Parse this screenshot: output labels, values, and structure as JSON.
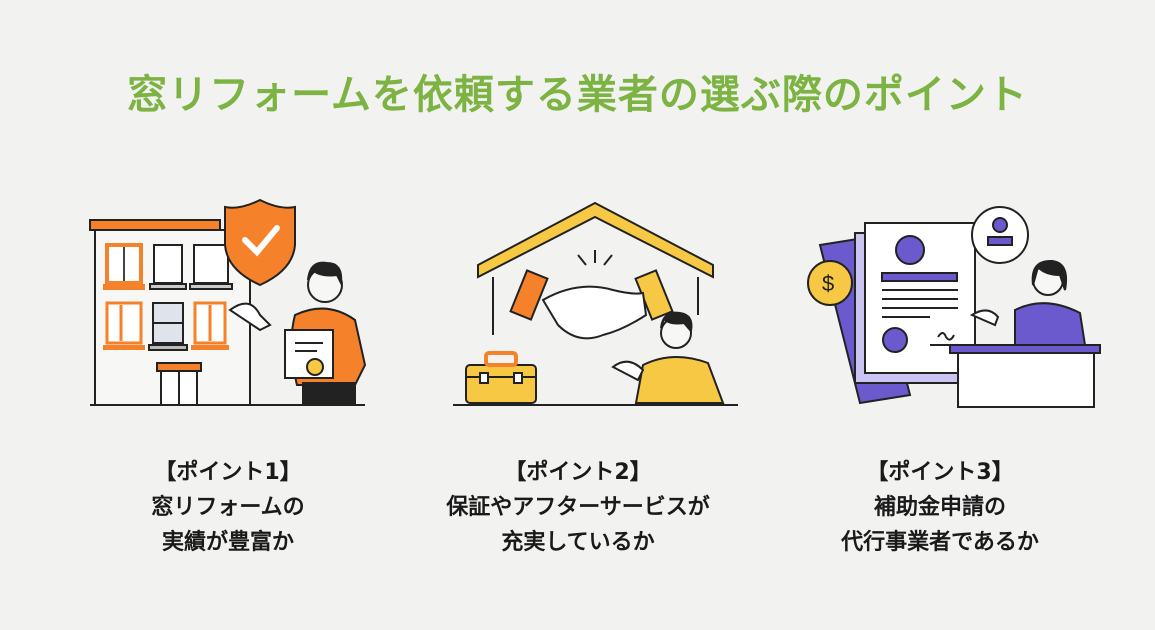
{
  "title": "窓リフォームを依頼する業者の選ぶ際のポイント",
  "colors": {
    "title": "#7cb342",
    "orange": "#f5822a",
    "yellow": "#f7c843",
    "purple": "#6a5acd",
    "light_purple": "#c9c4f2",
    "text": "#1a1a1a",
    "background": "#f2f2f1"
  },
  "points": [
    {
      "label": "【ポイント1】",
      "lines": [
        "窓リフォームの",
        "実績が豊富か"
      ],
      "illustration": "building-with-shield-and-man-holding-certificate"
    },
    {
      "label": "【ポイント2】",
      "lines": [
        "保証やアフターサービスが",
        "充実しているか"
      ],
      "illustration": "handshake-under-roof-with-toolbox-and-man"
    },
    {
      "label": "【ポイント3】",
      "lines": [
        "補助金申請の",
        "代行事業者であるか"
      ],
      "illustration": "documents-with-coin-stamp-and-woman-at-desk"
    }
  ]
}
